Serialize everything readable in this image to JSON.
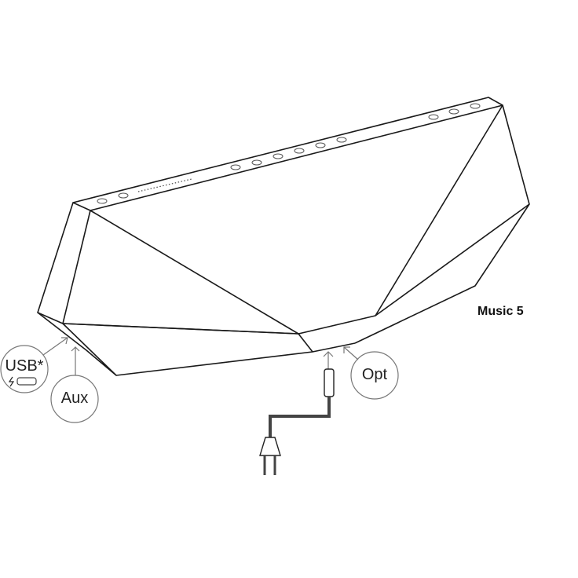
{
  "diagram": {
    "title": "Music 5",
    "ports": [
      {
        "label": "USB*",
        "sub_icon": "charge-battery-icon"
      },
      {
        "label": "Aux"
      },
      {
        "label": "Opt"
      }
    ],
    "power": {
      "icon": "power-plug-icon"
    }
  }
}
